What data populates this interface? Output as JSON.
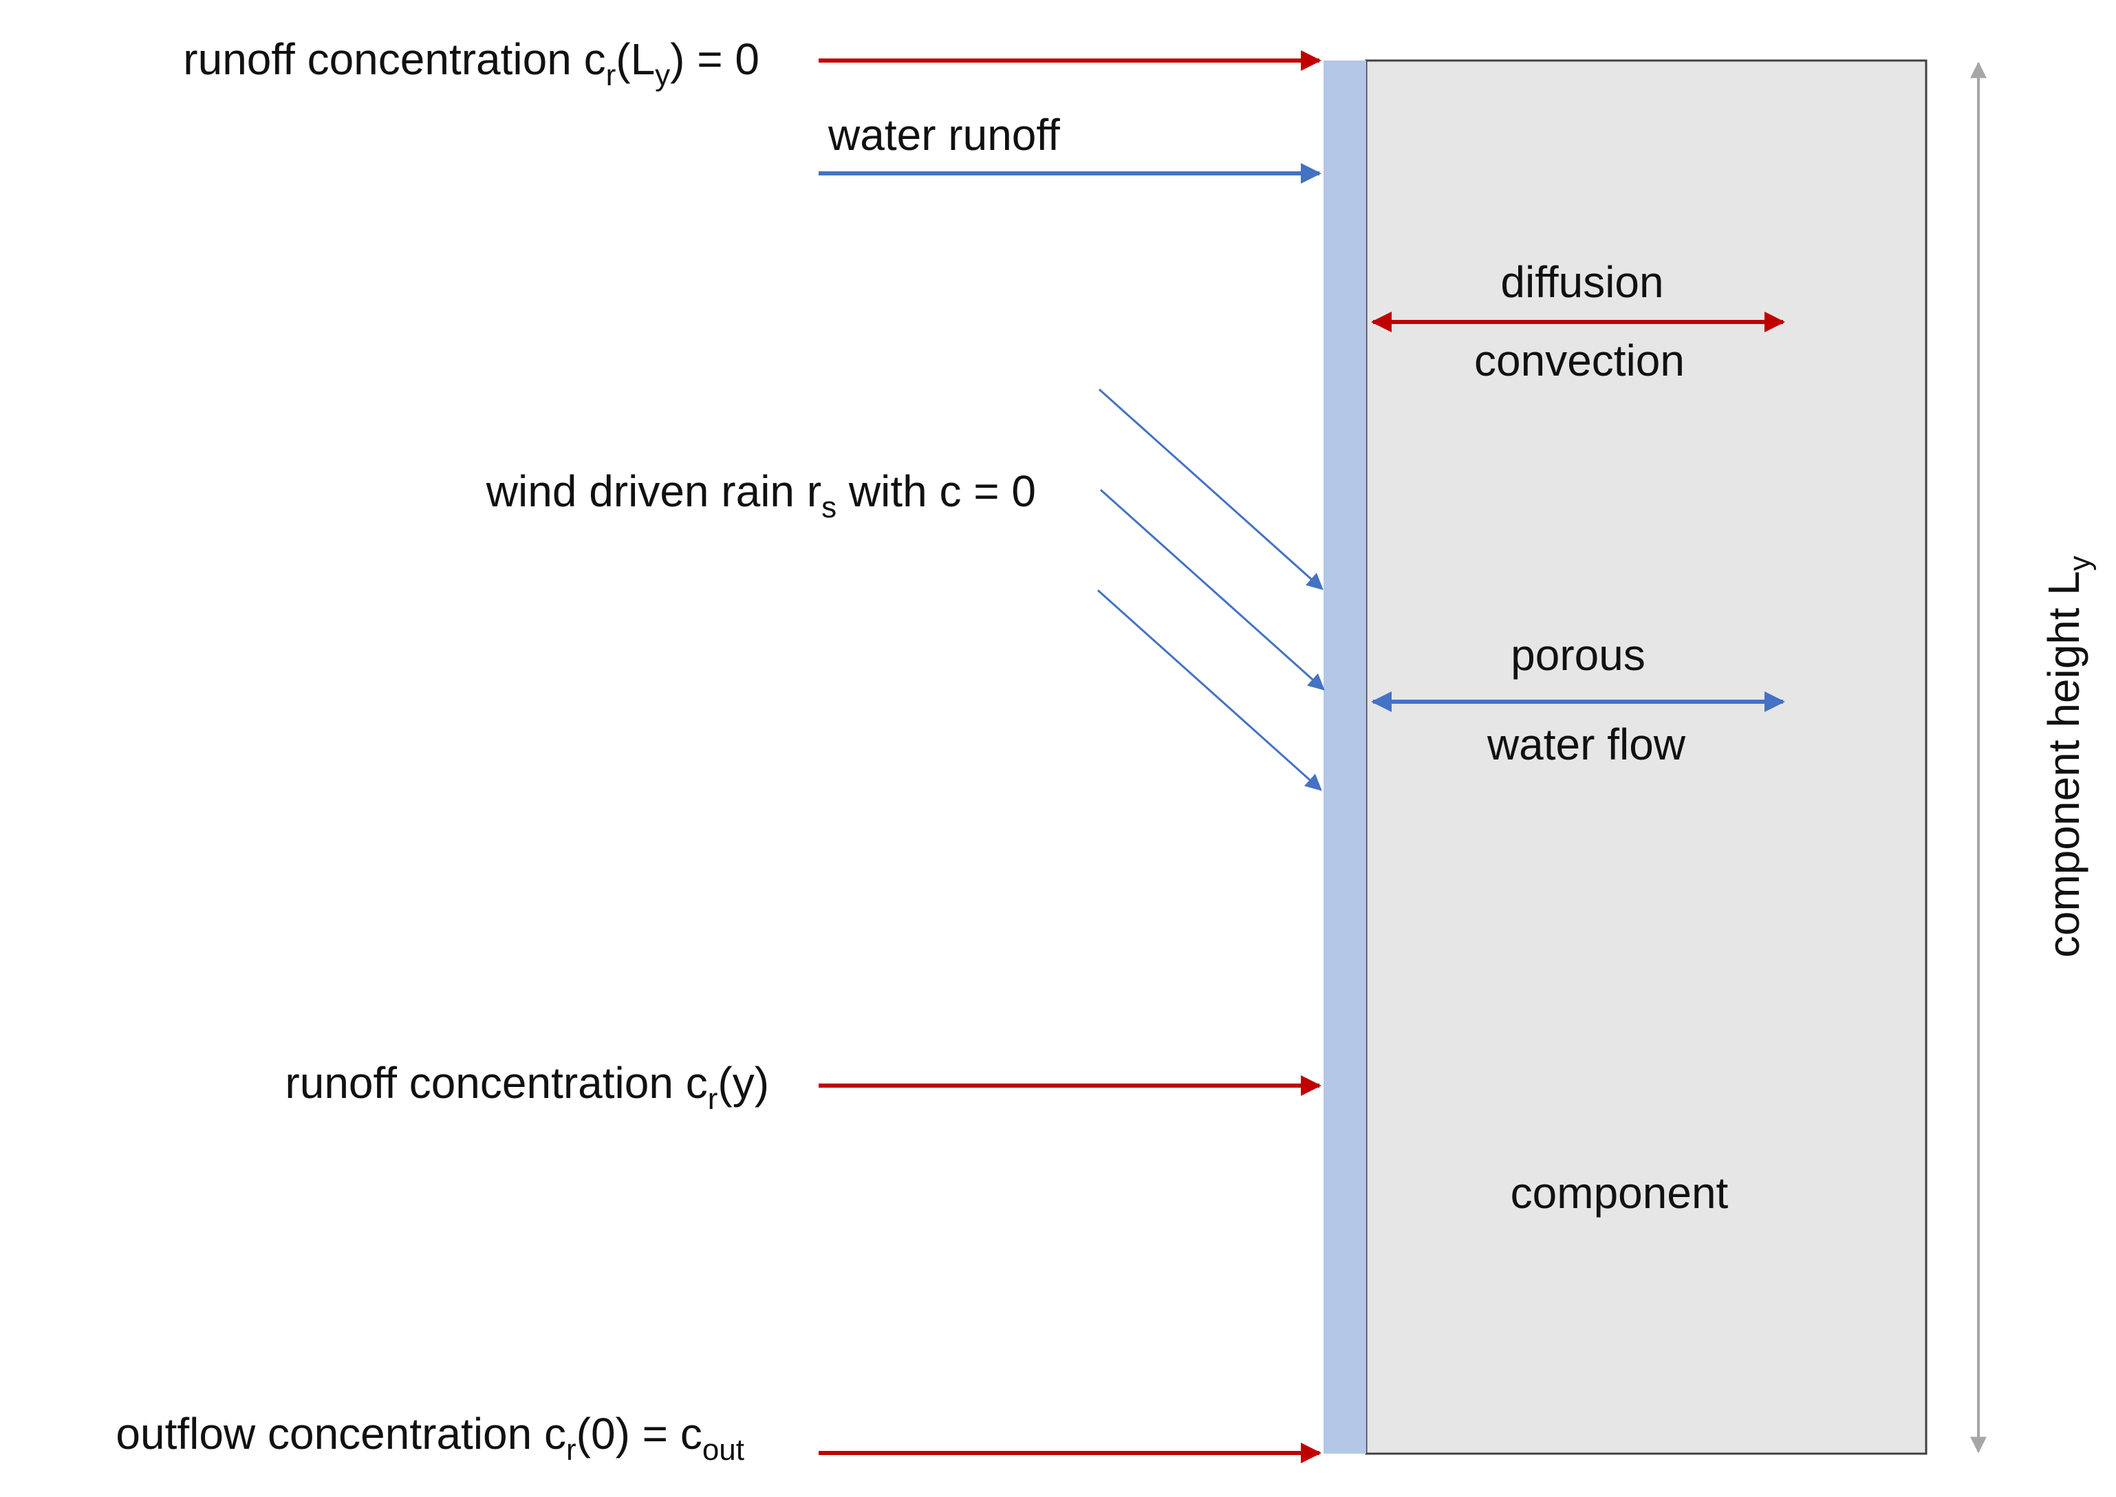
{
  "labels": {
    "runoff_top": {
      "main": "runoff concentration c",
      "sub1": "r",
      "paren_open": "(L",
      "sub2": "y",
      "tail": ") = 0"
    },
    "water_runoff": "water runoff",
    "diffusion": "diffusion",
    "convection": "convection",
    "rain": {
      "main": "wind driven rain r",
      "sub": "s",
      "tail": " with c = 0"
    },
    "porous": "porous",
    "water_flow": "water flow",
    "runoff_mid": {
      "main": "runoff concentration c",
      "sub": "r",
      "tail": "(y)"
    },
    "component": "component",
    "outflow": {
      "main": "outflow concentration c",
      "sub1": "r",
      "mid": "(0) = c",
      "sub2": "out"
    },
    "height": {
      "main": "component height L",
      "sub": "y"
    }
  },
  "colors": {
    "red_arrow": "#c00000",
    "blue_arrow": "#4472c4",
    "film": "#b4c7e7",
    "component_fill": "#e6e6e6",
    "component_border": "#404040",
    "dimension_line": "#a6a6a6"
  }
}
